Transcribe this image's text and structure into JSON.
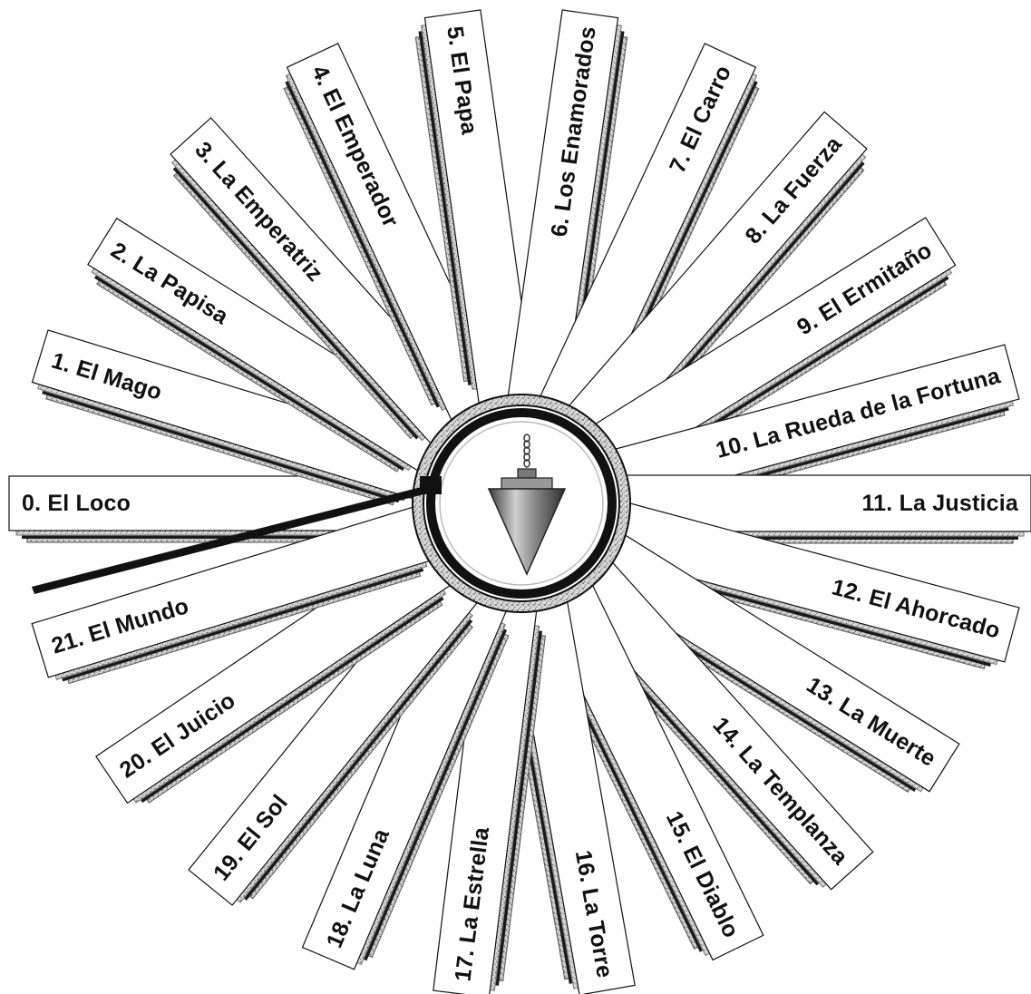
{
  "cards": [
    {
      "label": "0. El Loco"
    },
    {
      "label": "1. El Mago"
    },
    {
      "label": "2. La Papisa"
    },
    {
      "label": "3. La Emperatriz"
    },
    {
      "label": "4. El Emperador"
    },
    {
      "label": "5. El Papa"
    },
    {
      "label": "6. Los Enamorados"
    },
    {
      "label": "7. El Carro"
    },
    {
      "label": "8. La Fuerza"
    },
    {
      "label": "9. El Ermitaño"
    },
    {
      "label": "10. La Rueda de la Fortuna"
    },
    {
      "label": "11. La Justicia"
    },
    {
      "label": "12. El Ahorcado"
    },
    {
      "label": "13. La Muerte"
    },
    {
      "label": "14. La Templanza"
    },
    {
      "label": "15. El Diablo"
    },
    {
      "label": "16. La Torre"
    },
    {
      "label": "17. La Estrella"
    },
    {
      "label": "18. La Luna"
    },
    {
      "label": "19. El Sol"
    },
    {
      "label": "20. El Juicio"
    },
    {
      "label": "21. El Mundo"
    }
  ],
  "colors": {
    "card_fill": "#ffffff",
    "card_edge": "#111111",
    "shadow_dark": "#1a1a1a",
    "shadow_speckle": "#9a9a9a",
    "ring": "#111111",
    "pendulum": "#6f6f6f"
  },
  "center_icon": "pendulum-icon",
  "pointer_icon": "pointer-needle-icon"
}
